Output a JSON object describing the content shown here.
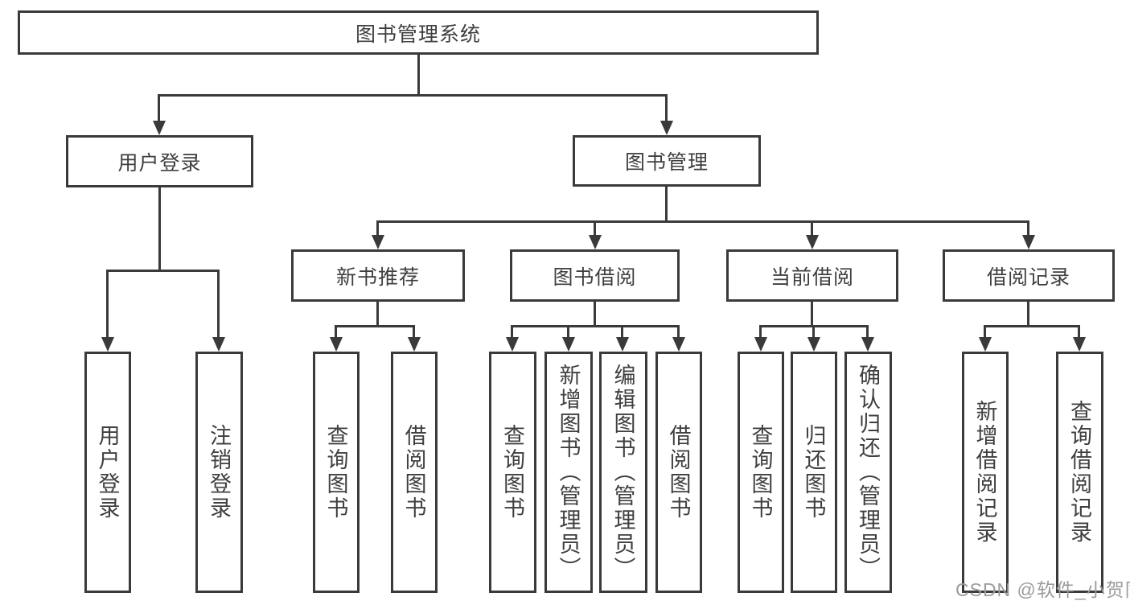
{
  "diagram": {
    "type": "function-structure-tree",
    "colors": {
      "line": "#3a3a3a",
      "text": "#3f3f3f",
      "background": "#ffffff",
      "watermark_text_color": "#9b9b9b"
    },
    "tree": {
      "root": {
        "label": "图书管理系统",
        "children": [
          {
            "label": "用户登录",
            "children": [
              {
                "label": "用户登录"
              },
              {
                "label": "注销登录"
              }
            ]
          },
          {
            "label": "图书管理",
            "children": [
              {
                "label": "新书推荐",
                "children": [
                  {
                    "label": "查询图书"
                  },
                  {
                    "label": "借阅图书"
                  }
                ]
              },
              {
                "label": "图书借阅",
                "children": [
                  {
                    "label": "查询图书"
                  },
                  {
                    "label": "新增图书（管理员）"
                  },
                  {
                    "label": "编辑图书（管理员）"
                  },
                  {
                    "label": "借阅图书"
                  }
                ]
              },
              {
                "label": "当前借阅",
                "children": [
                  {
                    "label": "查询图书"
                  },
                  {
                    "label": "归还图书"
                  },
                  {
                    "label": "确认归还（管理员）"
                  }
                ]
              },
              {
                "label": "借阅记录",
                "children": [
                  {
                    "label": "新增借阅记录"
                  },
                  {
                    "label": "查询借阅记录"
                  }
                ]
              }
            ]
          }
        ]
      }
    },
    "watermark": {
      "text": "CSDN @软件_小贺同学"
    }
  }
}
